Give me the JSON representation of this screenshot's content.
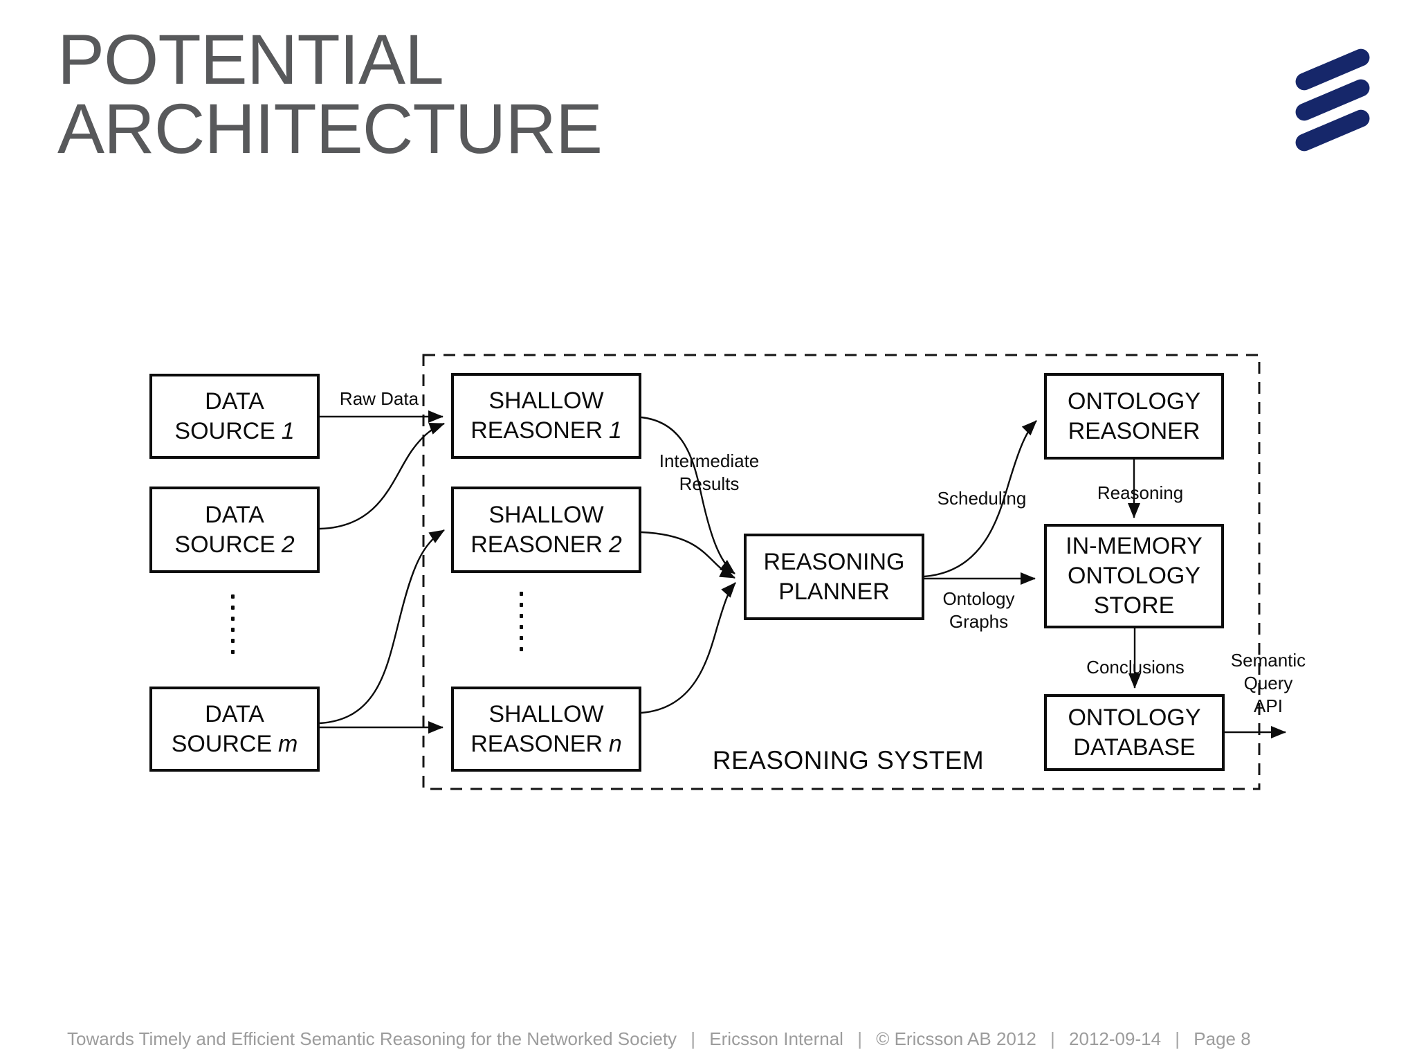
{
  "slide": {
    "title": {
      "line1": "POTENTIAL",
      "line2": "ARCHITECTURE"
    },
    "footer": {
      "segments": [
        "Towards Timely and Efficient Semantic Reasoning for the Networked Society",
        "Ericsson Internal",
        "© Ericsson AB 2012",
        "2012-09-14",
        "Page 8"
      ],
      "separator": "|"
    }
  },
  "logo": {
    "name": "ericsson-logo",
    "bar_count": 3
  },
  "diagram": {
    "system_label": "REASONING SYSTEM",
    "boxes": {
      "ds1": {
        "line1": "DATA",
        "line2": "SOURCE",
        "suffix": "1"
      },
      "ds2": {
        "line1": "DATA",
        "line2": "SOURCE",
        "suffix": "2"
      },
      "dsm": {
        "line1": "DATA",
        "line2": "SOURCE",
        "suffix": "m"
      },
      "sr1": {
        "line1": "SHALLOW",
        "line2": "REASONER",
        "suffix": "1"
      },
      "sr2": {
        "line1": "SHALLOW",
        "line2": "REASONER",
        "suffix": "2"
      },
      "srn": {
        "line1": "SHALLOW",
        "line2": "REASONER",
        "suffix": "n"
      },
      "rp": {
        "line1": "REASONING",
        "line2": "PLANNER",
        "suffix": ""
      },
      "or": {
        "line1": "ONTOLOGY",
        "line2": "REASONER",
        "suffix": ""
      },
      "imos": {
        "line1": "IN-MEMORY",
        "line2": "ONTOLOGY",
        "line3": "STORE",
        "suffix": ""
      },
      "odb": {
        "line1": "ONTOLOGY",
        "line2": "DATABASE",
        "suffix": ""
      }
    },
    "edges": {
      "raw_data": "Raw Data",
      "intermediate_results": [
        "Intermediate",
        "Results"
      ],
      "scheduling": "Scheduling",
      "reasoning": "Reasoning",
      "ontology_graphs": [
        "Ontology",
        "Graphs"
      ],
      "conclusions": "Conclusions",
      "semantic_query_api": [
        "Semantic",
        "Query",
        "API"
      ]
    }
  },
  "colors": {
    "logo_blue": "#16276a",
    "title_gray": "#58595b",
    "footer_gray": "#9c9c9c",
    "diagram_ink": "#0c0c0c",
    "background": "#ffffff"
  }
}
